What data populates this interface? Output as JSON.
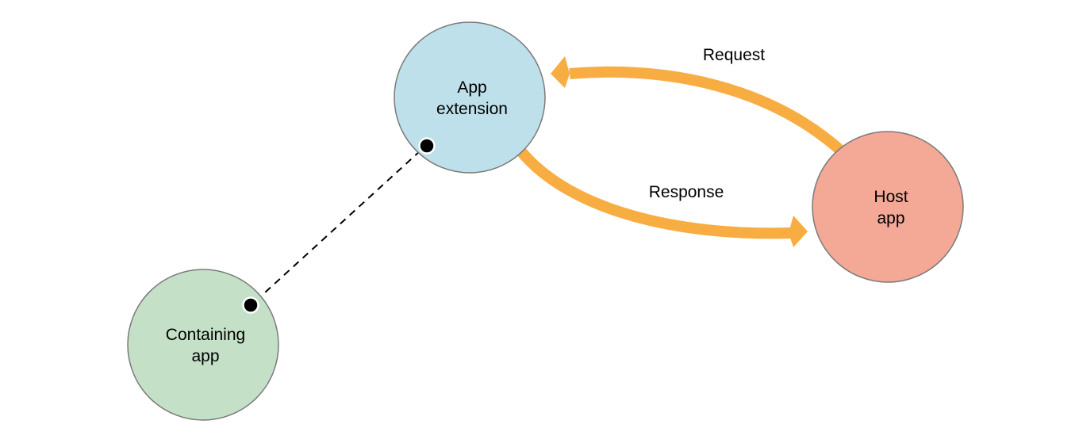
{
  "colors": {
    "app_extension_fill": "#bde0ea",
    "host_app_fill": "#f4a896",
    "containing_app_fill": "#c4e1c8",
    "arrow": "#f8ad42",
    "connector": "#000000",
    "node_stroke": "#7a7a7a"
  },
  "nodes": {
    "app_extension": {
      "line1": "App",
      "line2": "extension"
    },
    "host_app": {
      "line1": "Host",
      "line2": "app"
    },
    "containing_app": {
      "line1": "Containing",
      "line2": "app"
    }
  },
  "edges": {
    "request": {
      "label": "Request",
      "from": "Host app",
      "to": "App extension"
    },
    "response": {
      "label": "Response",
      "from": "App extension",
      "to": "Host app"
    },
    "link": {
      "from": "App extension",
      "to": "Containing app",
      "style": "dashed"
    }
  }
}
